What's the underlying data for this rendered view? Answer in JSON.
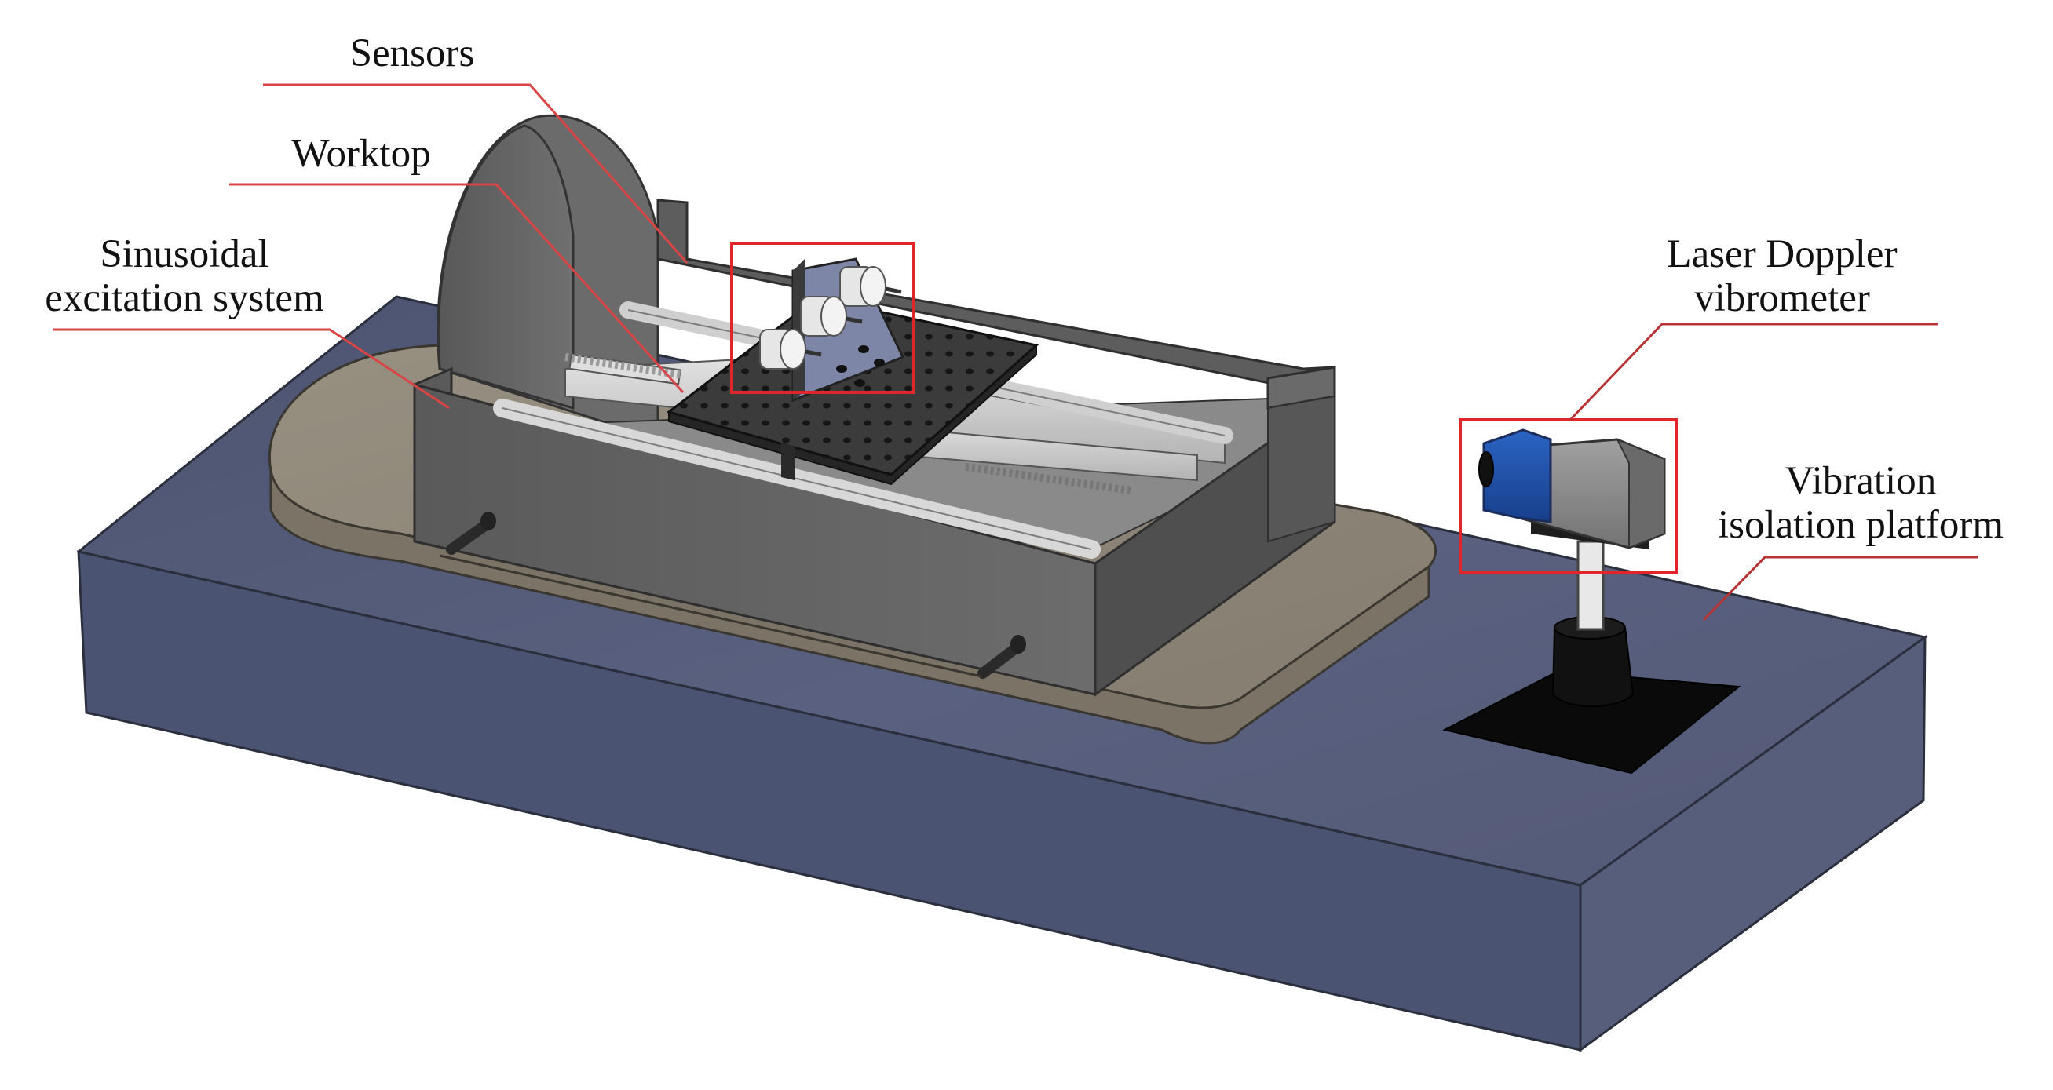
{
  "labels": {
    "sensors": "Sensors",
    "worktop": "Worktop",
    "excitation": {
      "line1": "Sinusoidal",
      "line2": "excitation system"
    },
    "vibrometer": {
      "line1": "Laser Doppler",
      "line2": "vibrometer"
    },
    "platform": {
      "line1": "Vibration",
      "line2": "isolation platform"
    }
  },
  "colors": {
    "platform": "#545c78",
    "platform_side": "#4a5270",
    "table_top": "#8c8577",
    "housing": "#5f5f5f",
    "housing_dark": "#464646",
    "rail": "#c9c9c9",
    "callout_red": "#e0262b",
    "camera_blue": "#1f4fa6",
    "camera_grey": "#8a8a8a"
  },
  "icons": {
    "sensor_highlight": "red-rectangle-icon",
    "vibrometer_highlight": "red-rectangle-icon"
  }
}
